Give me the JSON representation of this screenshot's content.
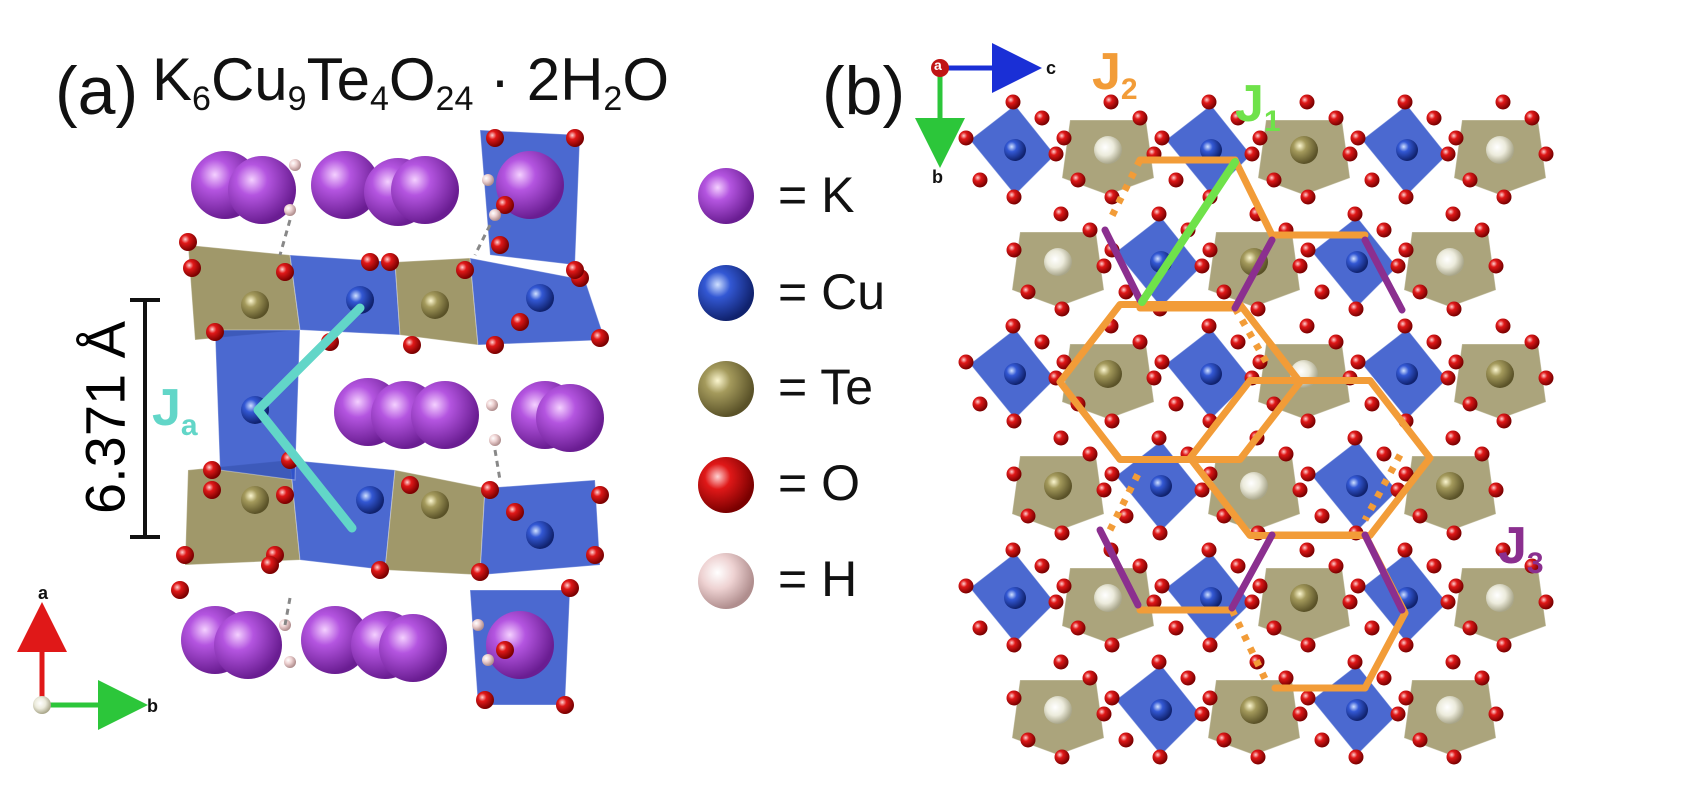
{
  "panels": {
    "a": {
      "label": "(a)"
    },
    "b": {
      "label": "(b)"
    }
  },
  "formula": {
    "K": "K",
    "K_sub": "6",
    "Cu": "Cu",
    "Cu_sub": "9",
    "Te": "Te",
    "Te_sub": "4",
    "O": "O",
    "O_sub": "24",
    "dot": " · 2H",
    "H_sub": "2",
    "O2": "O"
  },
  "distance": "6.371 Å",
  "legend": [
    {
      "text": "= K",
      "color": "#a640d6"
    },
    {
      "text": "= Cu",
      "color": "#2b4fc8"
    },
    {
      "text": "= Te",
      "color": "#8f8650"
    },
    {
      "text": "= O",
      "color": "#d41414"
    },
    {
      "text": "= H",
      "color": "#e8c4c4"
    }
  ],
  "couplings": {
    "Ja": {
      "main": "J",
      "sub": "a",
      "color": "#62d6c8"
    },
    "J1": {
      "main": "J",
      "sub": "1",
      "color": "#6fe24a"
    },
    "J2": {
      "main": "J",
      "sub": "2",
      "color": "#f29c38"
    },
    "J3": {
      "main": "J",
      "sub": "3",
      "color": "#8b2f8f"
    }
  },
  "axes": {
    "a_panel": {
      "up": "a",
      "right": "b"
    },
    "b_panel": {
      "origin": "a",
      "right": "c",
      "down": "b"
    }
  }
}
